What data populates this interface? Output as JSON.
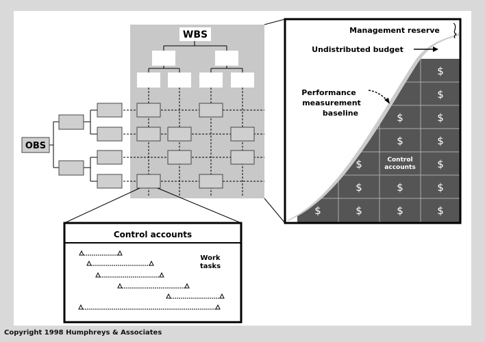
{
  "labels": {
    "wbs": "WBS",
    "obs": "OBS",
    "control_accounts_title": "Control accounts",
    "work_tasks_line1": "Work",
    "work_tasks_line2": "tasks",
    "management_reserve": "Management reserve",
    "undistributed_budget": "Undistributed budget",
    "pmb_line1": "Performance",
    "pmb_line2": "measurement",
    "pmb_line3": "baseline",
    "control_accounts_cell_line1": "Control",
    "control_accounts_cell_line2": "accounts",
    "dollar": "$"
  },
  "copyright": "Copyright 1998 Humphreys & Associates",
  "colors": {
    "background": "#d9d9d9",
    "canvas": "#ffffff",
    "wbs_panel": "#c8c8c8",
    "box_fill": "#cfcfcf",
    "dark_cell": "#555555",
    "cell_border": "#aaaaaa",
    "curve_band": "#cccccc"
  }
}
